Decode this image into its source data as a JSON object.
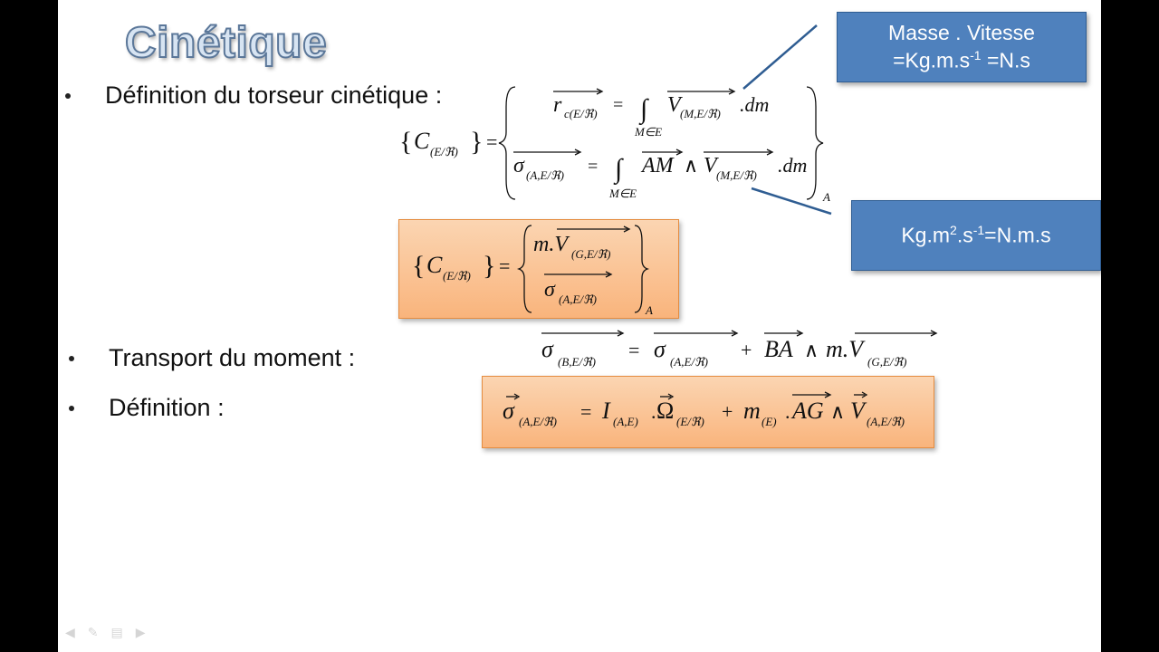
{
  "slide": {
    "title": "Cinétique",
    "bullets": [
      "Définition du torseur cinétique :",
      "Transport du moment :",
      "Définition :"
    ]
  },
  "callouts": {
    "top": {
      "line1": "Masse . Vitesse",
      "line2_a": "=Kg.m.s",
      "line2_sup": "-1",
      "line2_b": " =N.s"
    },
    "bottom": {
      "a": "Kg.m",
      "sup1": "2",
      "b": ".s",
      "sup2": "-1",
      "c": "=N.m.s"
    }
  },
  "equations": {
    "torseur_C": "C",
    "torseur_sub": "(E/ℜ)",
    "rc": "r",
    "rc_sub": "c(E/ℜ)",
    "V": "V",
    "V_sub_M": "(M,E/ℜ)",
    "dm": ".dm",
    "int_sub": "M∈E",
    "sigma": "σ",
    "sigma_sub_A": "(A,E/ℜ)",
    "sigma_sub_B": "(B,E/ℜ)",
    "AM": "AM",
    "wedge": "∧",
    "point_A": "A",
    "mV": "m.V",
    "V_sub_G": "(G,E/ℜ)",
    "BA": "BA",
    "I": "I",
    "I_sub": "(A,E)",
    "Omega": "Ω",
    "Omega_sub": "(E/ℜ)",
    "m": "m",
    "m_sub": "(E)",
    "AG": "AG",
    "V_sub_AE": "(A,E/ℜ)"
  },
  "controls": [
    "prev-icon",
    "pen-icon",
    "menu-icon",
    "next-icon"
  ]
}
